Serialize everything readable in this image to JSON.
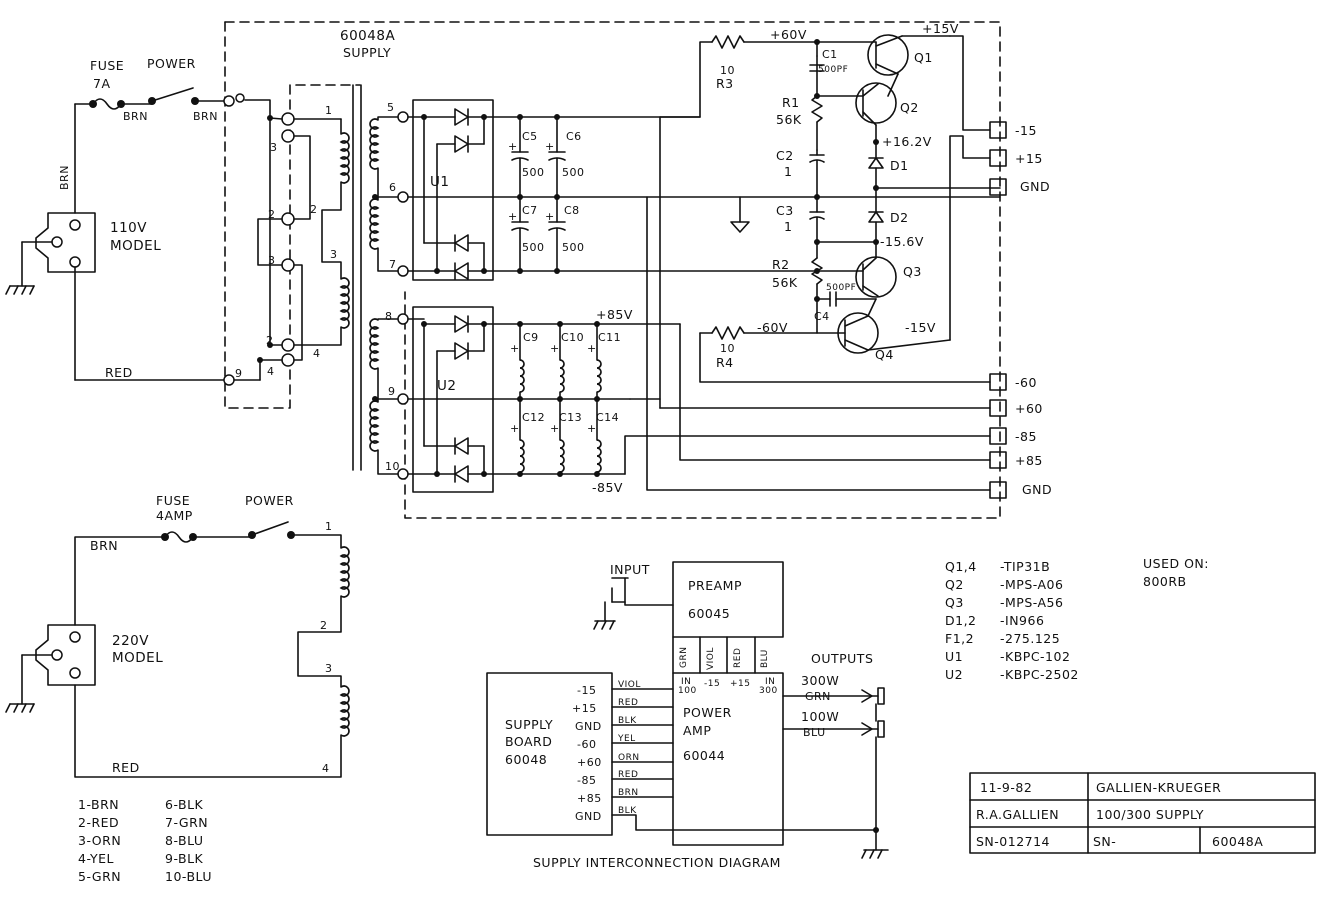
{
  "supply": {
    "title_model": "60048A",
    "title_word": "SUPPLY",
    "fuse_label": "FUSE",
    "fuse_value": "7A",
    "power_label": "POWER",
    "wire_brn_a": "BRN",
    "wire_brn_b": "BRN",
    "wire_brn_v": "BRN",
    "wire_red": "RED",
    "model_110_a": "110V",
    "model_110_b": "MODEL",
    "primary_taps": [
      "1",
      "3",
      "2",
      "2",
      "3",
      "2",
      "4",
      "9",
      "4"
    ],
    "secondary_taps": [
      "5",
      "6",
      "7",
      "8",
      "9",
      "10"
    ],
    "u1": "U1",
    "u2": "U2",
    "c5": "C5",
    "c6": "C6",
    "c7": "C7",
    "c8": "C8",
    "c5v": "500",
    "c6v": "500",
    "c7v": "500",
    "c8v": "500",
    "c9": "C9",
    "c10": "C10",
    "c11": "C11",
    "c12": "C12",
    "c13": "C13",
    "c14": "C14",
    "plus85": "+85V",
    "minus85": "-85V",
    "r3": "R3",
    "r3v": "10",
    "r4": "R4",
    "r4v": "10",
    "plus60": "+60V",
    "minus60": "-60V",
    "plus15": "+15V",
    "minus15": "-15V",
    "c1": "C1",
    "c1v": "500PF",
    "c4": "C4",
    "c4v": "500PF",
    "r1": "R1",
    "r1v": "56K",
    "r2": "R2",
    "r2v": "56K",
    "c2": "C2",
    "c2v": "1",
    "c3": "C3",
    "c3v": "1",
    "q1": "Q1",
    "q2": "Q2",
    "q3": "Q3",
    "q4": "Q4",
    "d1": "D1",
    "d2": "D2",
    "v162": "+16.2V",
    "v156": "-15.6V",
    "out_terminals": [
      "-15",
      "+15",
      "GND",
      "-60",
      "+60",
      "-85",
      "+85",
      "GND"
    ]
  },
  "model220": {
    "fuse_label": "FUSE",
    "fuse_value": "4AMP",
    "power_label": "POWER",
    "wire_brn": "BRN",
    "wire_red": "RED",
    "model_a": "220V",
    "model_b": "MODEL",
    "taps": [
      "1",
      "2",
      "3",
      "4"
    ]
  },
  "color_code": [
    "1-BRN",
    "2-RED",
    "3-ORN",
    "4-YEL",
    "5-GRN",
    "6-BLK",
    "7-GRN",
    "8-BLU",
    "9-BLK",
    "10-BLU"
  ],
  "parts_list": [
    {
      "ref": "Q1,4",
      "part": "-TIP31B"
    },
    {
      "ref": "Q2",
      "part": "-MPS-A06"
    },
    {
      "ref": "Q3",
      "part": "-MPS-A56"
    },
    {
      "ref": "D1,2",
      "part": "-IN966"
    },
    {
      "ref": "F1,2",
      "part": "-275.125"
    },
    {
      "ref": "U1",
      "part": "-KBPC-102"
    },
    {
      "ref": "U2",
      "part": "-KBPC-2502"
    }
  ],
  "used_on": {
    "label": "USED ON:",
    "value": "800RB"
  },
  "interconnect": {
    "input": "INPUT",
    "preamp_a": "PREAMP",
    "preamp_b": "60045",
    "preamp_wires": [
      "GRN",
      "VIOL",
      "RED",
      "BLU"
    ],
    "supply_board": [
      "SUPPLY",
      "BOARD",
      "60048"
    ],
    "supply_pins": [
      "-15",
      "+15",
      "GND",
      "-60",
      "+60",
      "-85",
      "+85",
      "GND"
    ],
    "wire_colors": [
      "VIOL",
      "RED",
      "BLK",
      "YEL",
      "ORN",
      "RED",
      "BRN",
      "BLK"
    ],
    "amp_pins": [
      "IN",
      "100",
      "-15",
      "+15",
      "IN",
      "300"
    ],
    "power_amp": [
      "POWER",
      "AMP",
      "60044"
    ],
    "outputs": "OUTPUTS",
    "out_300": "300W",
    "out_300_wire": "GRN",
    "out_100": "100W",
    "out_100_wire": "BLU",
    "caption": "SUPPLY INTERCONNECTION DIAGRAM"
  },
  "title_block": {
    "date": "11-9-82",
    "company": "GALLIEN-KRUEGER",
    "drawn_by": "R.A.GALLIEN",
    "title": "100/300 SUPPLY",
    "serial": "SN-012714",
    "sn": "SN-",
    "drawing_no": "60048A"
  }
}
